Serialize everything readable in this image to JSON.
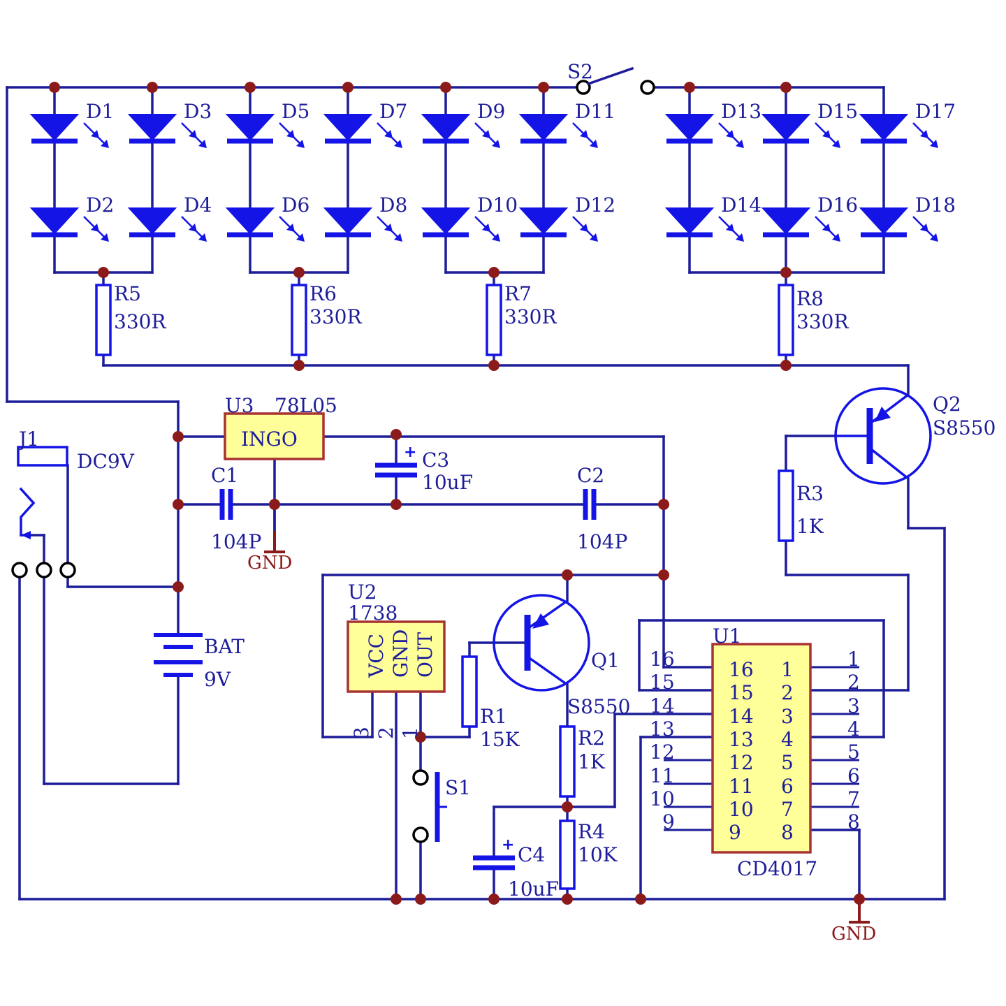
{
  "leds": {
    "top_row": [
      "D1",
      "D3",
      "D5",
      "D7",
      "D9",
      "D11",
      "D13",
      "D15",
      "D17"
    ],
    "bottom_row": [
      "D2",
      "D4",
      "D6",
      "D8",
      "D10",
      "D12",
      "D14",
      "D16",
      "D18"
    ]
  },
  "resistors": {
    "r5": {
      "ref": "R5",
      "value": "330R"
    },
    "r6": {
      "ref": "R6",
      "value": "330R"
    },
    "r7": {
      "ref": "R7",
      "value": "330R"
    },
    "r8": {
      "ref": "R8",
      "value": "330R"
    },
    "r3": {
      "ref": "R3",
      "value": "1K"
    },
    "r1": {
      "ref": "R1",
      "value": "15K"
    },
    "r2": {
      "ref": "R2",
      "value": "1K"
    },
    "r4": {
      "ref": "R4",
      "value": "10K"
    }
  },
  "capacitors": {
    "c1": {
      "ref": "C1",
      "value": "104P"
    },
    "c2": {
      "ref": "C2",
      "value": "104P"
    },
    "c3": {
      "ref": "C3",
      "value": "10uF"
    },
    "c4": {
      "ref": "C4",
      "value": "10uF"
    },
    "polarity": "+"
  },
  "switches": {
    "s1": "S1",
    "s2": "S2"
  },
  "transistors": {
    "q1": {
      "ref": "Q1",
      "part": "S8550"
    },
    "q2": {
      "ref": "Q2",
      "part": "S8550"
    }
  },
  "u3": {
    "ref": "U3",
    "part": "78L05",
    "pins": "INGO",
    "pin_g": "G",
    "pin_o": "O"
  },
  "u2": {
    "ref": "U2",
    "part": "1738",
    "pin_vcc": "VCC",
    "pin_gnd": "GND",
    "pin_out": "OUT",
    "pin_nums": [
      "3",
      "2",
      "1"
    ]
  },
  "u1": {
    "ref": "U1",
    "part": "CD4017",
    "left_pins": [
      "16",
      "15",
      "14",
      "13",
      "12",
      "11",
      "10",
      "9"
    ],
    "right_pins": [
      "1",
      "2",
      "3",
      "4",
      "5",
      "6",
      "7",
      "8"
    ]
  },
  "jack": {
    "ref": "J1",
    "label": "DC9V"
  },
  "battery": {
    "ref": "BAT",
    "value": "9V"
  },
  "gnd": {
    "top": "GND",
    "bottom": "GND"
  },
  "colors": {
    "wire": "#1d1d9a",
    "component": "#1414e6",
    "chip_fill": "#ffff99",
    "chip_border": "#a83232",
    "node": "#8b1a1a"
  }
}
